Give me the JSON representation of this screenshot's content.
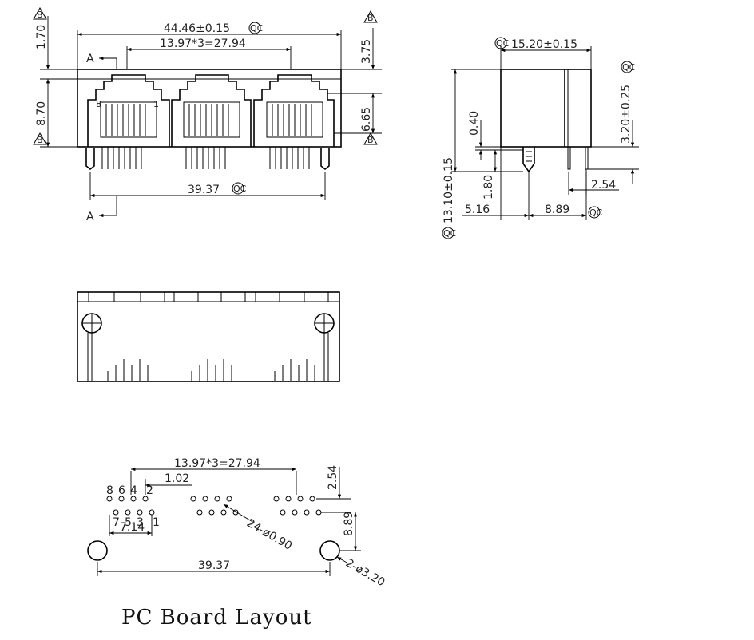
{
  "front_view": {
    "overall_width": "44.46±0.15",
    "port_pitch": "13.97*3=27.94",
    "peg_span": "39.37",
    "dim_top": "1.70",
    "dim_height": "8.70",
    "dim_right_top": "3.75",
    "dim_right_mid": "6.65",
    "section_label": "A",
    "datum_label": "B",
    "pin_8": "8",
    "pin_1": "1",
    "qc": "QC"
  },
  "side_view": {
    "body_depth": "15.20±0.15",
    "post_height": "3.20±0.25",
    "total_height": "13.10±0.15",
    "gap": "0.40",
    "standoff": "1.80",
    "pin_spacing": "2.54",
    "front_offset": "5.16",
    "row_offset": "8.89",
    "qc": "QC"
  },
  "pcb_layout": {
    "title": "PC Board Layout",
    "port_pitch": "13.97*3=27.94",
    "offset": "1.02",
    "row_spacing": "2.54",
    "row_depth": "8.89",
    "pin_group_span": "7.14",
    "hole_callout": "24-ø0.90",
    "peg_callout": "2-ø3.20",
    "peg_span": "39.37",
    "top_pin_labels": [
      "8",
      "6",
      "4",
      "2"
    ],
    "bottom_pin_labels": [
      "7",
      "5",
      "3",
      "1"
    ]
  }
}
